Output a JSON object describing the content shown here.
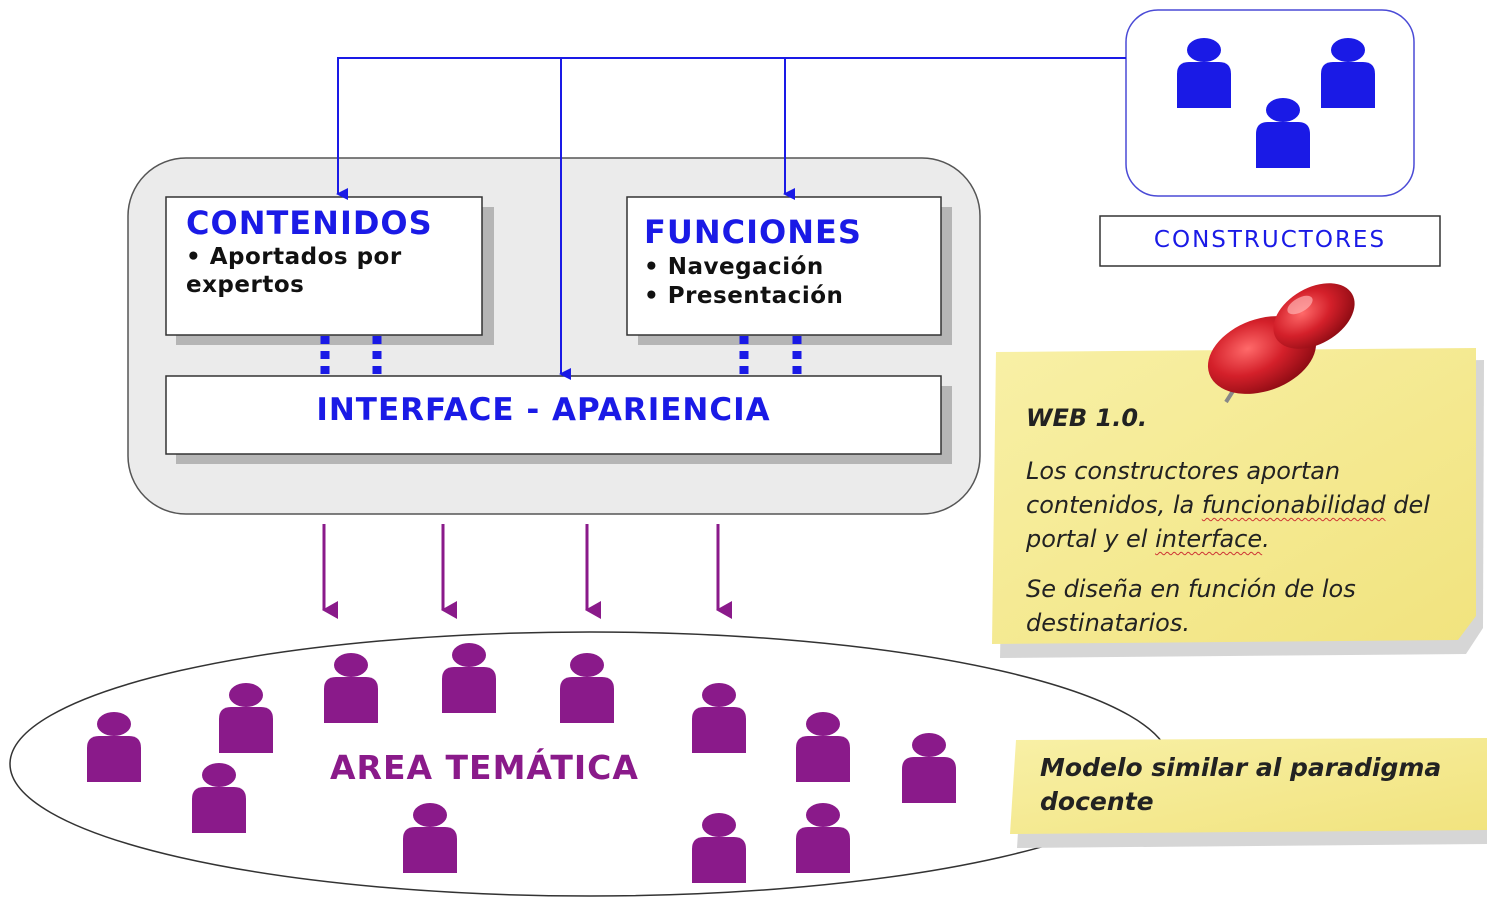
{
  "contenidos": {
    "title": "CONTENIDOS",
    "bullet_line1": "• Aportados por",
    "bullet_line2": "expertos"
  },
  "funciones": {
    "title": "FUNCIONES",
    "bullets": [
      "• Navegación",
      "• Presentación"
    ]
  },
  "interface": {
    "label": "INTERFACE - APARIENCIA"
  },
  "constructores": {
    "label": "CONSTRUCTORES",
    "icon": "person-icon"
  },
  "area": {
    "label": "AREA TEMÁTICA",
    "icon": "person-icon"
  },
  "note_web": {
    "title": "WEB 1.0.",
    "p1_before": "Los constructores aportan contenidos, la ",
    "p1_word1": "funcionabilidad",
    "p1_middle": " del portal y el ",
    "p1_word2": "interface",
    "p1_after": ".",
    "p2": "Se diseña en función de los destinatarios."
  },
  "note_model": {
    "text": "Modelo similar al paradigma docente"
  },
  "colors": {
    "blue": "#1a1ae6",
    "purple": "#8a1a8a",
    "note_yellow": "#f7eea0",
    "pin_red": "#d4202a",
    "container_gray": "#ebebeb"
  }
}
